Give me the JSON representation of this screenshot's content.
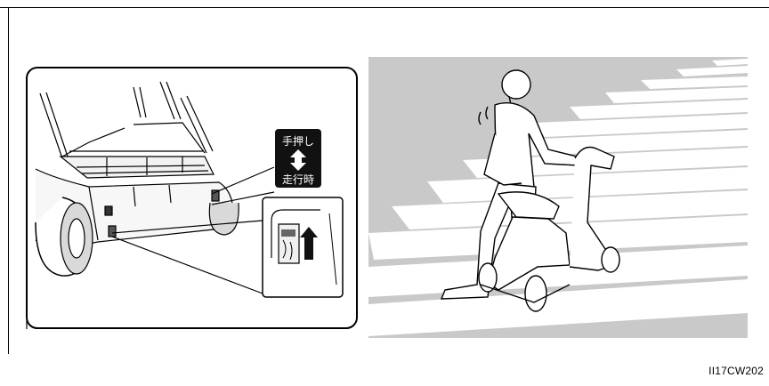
{
  "figure": {
    "code": "II17CW202",
    "switch_label_top": "手押し",
    "switch_label_bottom": "走行時"
  },
  "icons": {
    "double_arrow": "up-down-arrow-icon",
    "lever_arrow": "up-arrow-icon"
  }
}
